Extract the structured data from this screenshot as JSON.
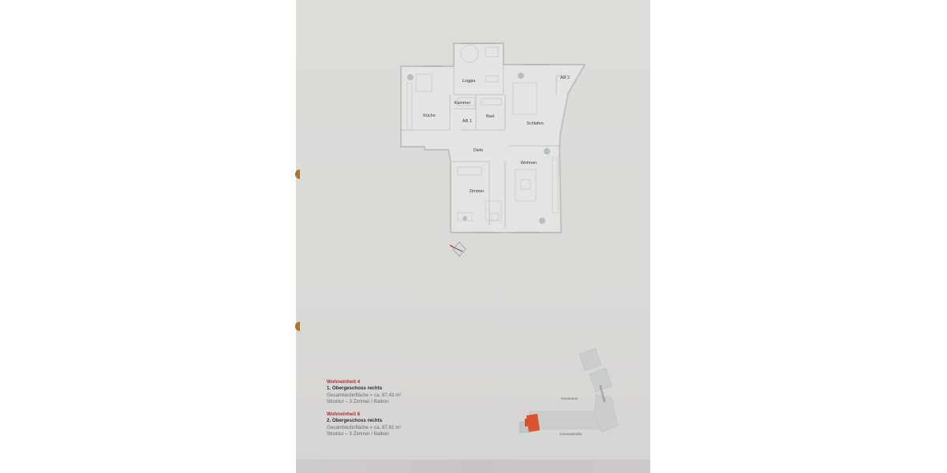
{
  "document": {
    "type": "floor-plan-sheet",
    "rooms": [
      {
        "id": "loggia",
        "label": "Loggia"
      },
      {
        "id": "kammer",
        "label": "Kammer"
      },
      {
        "id": "kueche",
        "label": "Küche"
      },
      {
        "id": "ar1",
        "label": "AR 1"
      },
      {
        "id": "bad",
        "label": "Bad"
      },
      {
        "id": "schlafen",
        "label": "Schlafen"
      },
      {
        "id": "ar2",
        "label": "AR 2"
      },
      {
        "id": "diele",
        "label": "Diele"
      },
      {
        "id": "wohnen",
        "label": "Wohnen"
      },
      {
        "id": "zimmer",
        "label": "Zimmer"
      }
    ],
    "units": [
      {
        "title": "Wohneinheit 4",
        "floor": "1. Obergeschoss rechts",
        "area": "Gesamtwohnfläche = ca. 87,43 m²",
        "structure": "Struktur – 3 Zimmer / Balkon"
      },
      {
        "title": "Wohneinheit 6",
        "floor": "2. Obergeschoss rechts",
        "area": "Gesamtwohnfläche = ca. 87,81 m²",
        "structure": "Struktur – 3 Zimmer / Balkon"
      }
    ],
    "site_plan": {
      "courtyard_label": "Innenraum",
      "street_bottom": "Camerastraße",
      "street_right": "Nordstraße",
      "highlight_color": "#d9532e"
    },
    "colors": {
      "paper": "#dadad7",
      "wall": "#c2c4c2",
      "accent_red": "#b0303a"
    }
  }
}
